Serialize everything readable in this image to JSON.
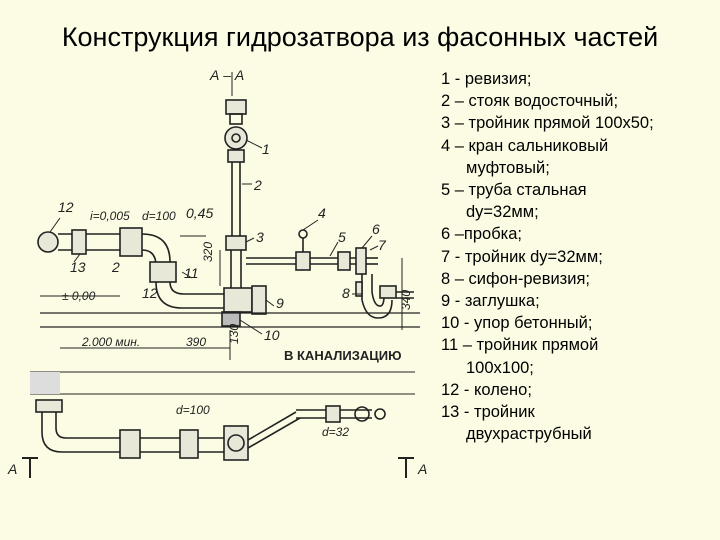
{
  "title": "Конструкция гидрозатвора из фасонных частей",
  "drawing": {
    "section_label": "А – А",
    "slope": "i=0,005",
    "diameter_100": "d=100",
    "dim_045": "0,45",
    "dim_320": "320",
    "dim_340": "340",
    "level_000": "± 0,00",
    "dim_2000": "2.000 мин.",
    "dim_390": "390",
    "dim_130": "130",
    "canal": "В КАНАЛИЗАЦИЮ",
    "plan_d100": "d=100",
    "plan_d32": "d=32",
    "section_mark_left": "А",
    "section_mark_right": "А",
    "callouts": [
      "1",
      "2",
      "3",
      "4",
      "5",
      "6",
      "7",
      "8",
      "9",
      "10",
      "11",
      "12",
      "13",
      "2",
      "12"
    ]
  },
  "legend": [
    {
      "lines": [
        "1 - ревизия;"
      ]
    },
    {
      "lines": [
        "2 – стояк водосточный;"
      ]
    },
    {
      "lines": [
        "3 – тройник прямой 100х50;"
      ]
    },
    {
      "lines": [
        "4 – кран сальниковый",
        "муфтовый;"
      ]
    },
    {
      "lines": [
        "5 – труба стальная",
        "dy=32мм;"
      ]
    },
    {
      "lines": [
        "6 –пробка;"
      ]
    },
    {
      "lines": [
        "7 - тройник dy=32мм;"
      ]
    },
    {
      "lines": [
        "8  – сифон-ревизия;"
      ]
    },
    {
      "lines": [
        "9 - заглушка;"
      ]
    },
    {
      "lines": [
        "10 - упор бетонный;"
      ]
    },
    {
      "lines": [
        "11 – тройник прямой",
        "100х100;"
      ]
    },
    {
      "lines": [
        " 12 - колено;"
      ]
    },
    {
      "lines": [
        "13 - тройник",
        "двухраструбный"
      ]
    }
  ]
}
